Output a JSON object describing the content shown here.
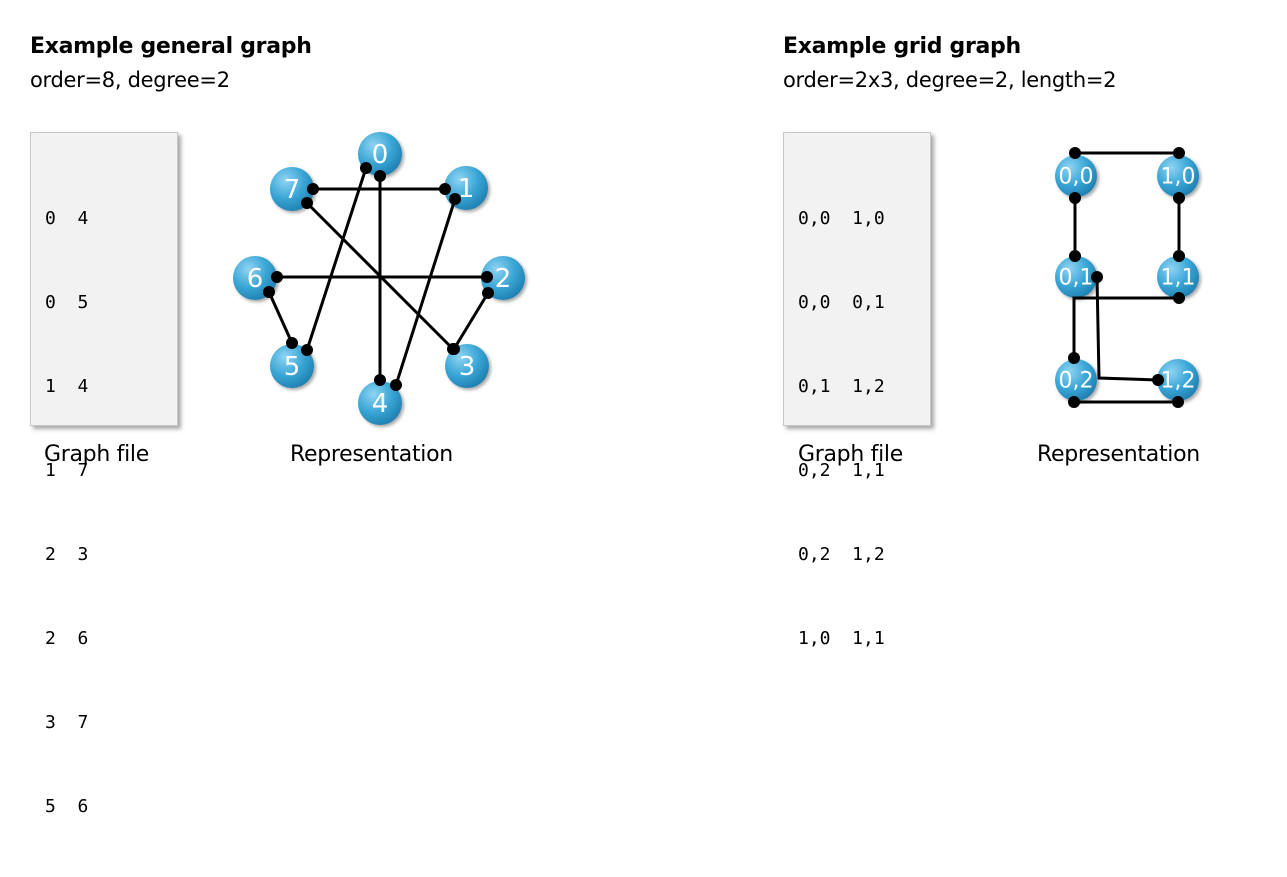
{
  "left": {
    "title": "Example general graph",
    "subtitle": "order=8, degree=2",
    "file_lines": [
      "0  4",
      "0  5",
      "1  4",
      "1  7",
      "2  3",
      "2  6",
      "3  7",
      "5  6"
    ],
    "file_caption": "Graph file",
    "repr_caption": "Representation",
    "nodes": [
      "0",
      "1",
      "2",
      "3",
      "4",
      "5",
      "6",
      "7"
    ],
    "edges": [
      [
        "0",
        "4"
      ],
      [
        "0",
        "5"
      ],
      [
        "1",
        "4"
      ],
      [
        "1",
        "7"
      ],
      [
        "2",
        "3"
      ],
      [
        "2",
        "6"
      ],
      [
        "3",
        "7"
      ],
      [
        "5",
        "6"
      ]
    ]
  },
  "right": {
    "title": "Example grid graph",
    "subtitle": "order=2x3, degree=2, length=2",
    "file_lines": [
      "0,0  1,0",
      "0,0  0,1",
      "0,1  1,2",
      "0,2  1,1",
      "0,2  1,2",
      "1,0  1,1"
    ],
    "file_caption": "Graph file",
    "repr_caption": "Representation",
    "nodes": [
      "0,0",
      "1,0",
      "0,1",
      "1,1",
      "0,2",
      "1,2"
    ],
    "edges": [
      [
        "0,0",
        "1,0"
      ],
      [
        "0,0",
        "0,1"
      ],
      [
        "0,1",
        "1,2"
      ],
      [
        "0,2",
        "1,1"
      ],
      [
        "0,2",
        "1,2"
      ],
      [
        "1,0",
        "1,1"
      ]
    ]
  },
  "colors": {
    "node_fill": "#3aa6d6",
    "node_highlight": "#8fd4f2",
    "node_dark": "#1e7fb0",
    "edge": "#000000",
    "file_bg": "#f2f2f2"
  }
}
